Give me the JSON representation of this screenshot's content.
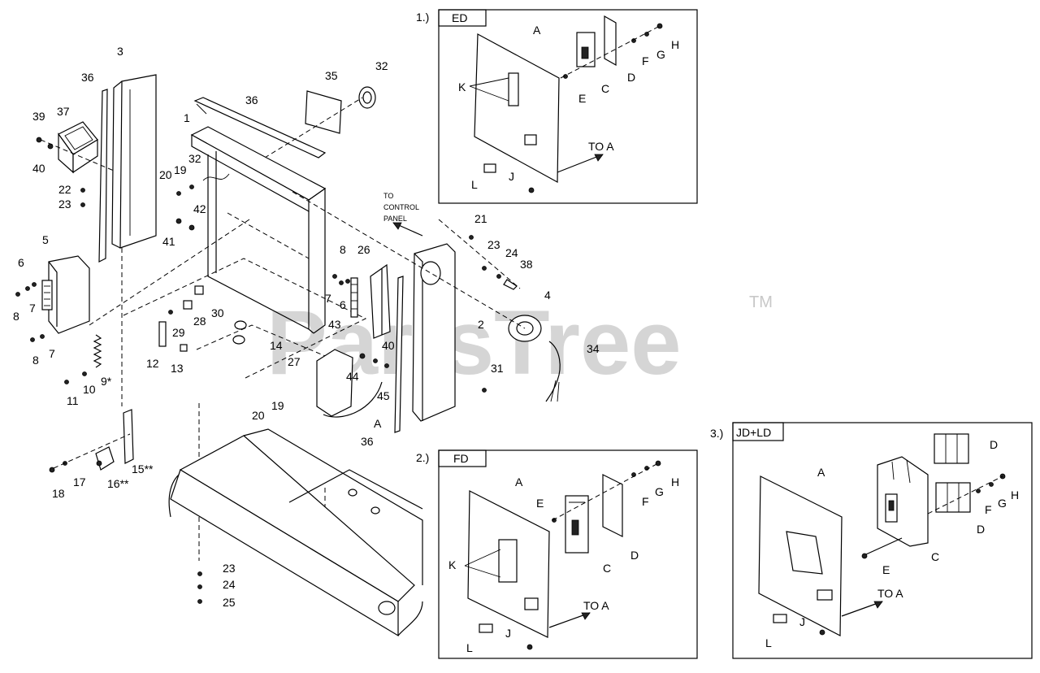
{
  "watermark": {
    "text": "PartsTree",
    "tm": "TM"
  },
  "main_labels": {
    "n3": "3",
    "n36a": "36",
    "n37": "37",
    "n39": "39",
    "n40a": "40",
    "n22": "22",
    "n23a": "23",
    "n5": "5",
    "n6a": "6",
    "n7a": "7",
    "n8a": "8",
    "n8b": "8",
    "n7b": "7",
    "n9": "9*",
    "n10": "10",
    "n11": "11",
    "n15": "15**",
    "n16": "16**",
    "n17": "17",
    "n18": "18",
    "n35": "35",
    "n32a": "32",
    "n36b": "36",
    "n1": "1",
    "n32b": "32",
    "n19a": "19",
    "n20a": "20",
    "n42": "42",
    "n41": "41",
    "n8c": "8",
    "n7c": "7",
    "n6b": "6",
    "n26": "26",
    "n43": "43",
    "n30": "30",
    "n28": "28",
    "n29": "29",
    "n12": "12",
    "n13": "13",
    "n14": "14",
    "n27": "27",
    "n44": "44",
    "n40b": "40",
    "n45": "45",
    "n19b": "19",
    "n20b": "20",
    "nA": "A",
    "n36c": "36",
    "n21": "21",
    "n23b": "23",
    "n24a": "24",
    "n38": "38",
    "n4": "4",
    "n2": "2",
    "n34": "34",
    "n31": "31",
    "n23c": "23",
    "n24b": "24",
    "n25": "25",
    "to_control_1": "TO",
    "to_control_2": "CONTROL",
    "to_control_3": "PANEL"
  },
  "inset_ed": {
    "number": "1.)",
    "title": "ED",
    "A": "A",
    "K": "K",
    "C": "C",
    "D": "D",
    "E": "E",
    "F": "F",
    "G": "G",
    "H": "H",
    "L": "L",
    "J": "J",
    "to_a": "TO A"
  },
  "inset_fd": {
    "number": "2.)",
    "title": "FD",
    "A": "A",
    "E": "E",
    "F": "F",
    "G": "G",
    "H": "H",
    "K": "K",
    "C": "C",
    "D": "D",
    "L": "L",
    "J": "J",
    "to_a": "TO A"
  },
  "inset_jd": {
    "number": "3.)",
    "title": "JD+LD",
    "A": "A",
    "D1": "D",
    "F": "F",
    "G": "G",
    "H": "H",
    "D2": "D",
    "C": "C",
    "E": "E",
    "L": "L",
    "J": "J",
    "to_a": "TO A"
  }
}
